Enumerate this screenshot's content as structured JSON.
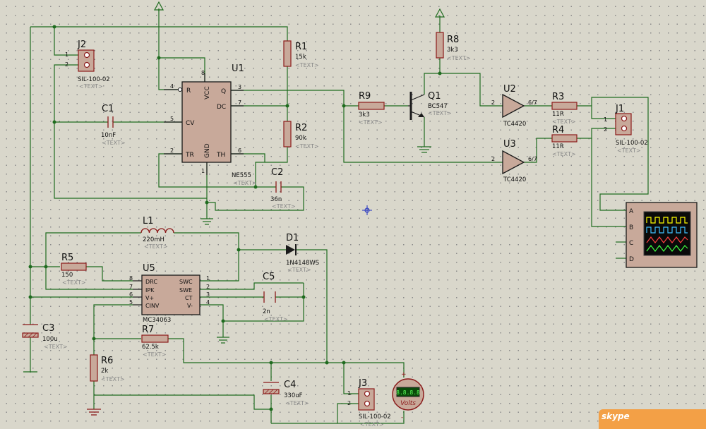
{
  "components": {
    "J2": {
      "ref": "J2",
      "value": "SIL-100-02",
      "text": "<TEXT>",
      "pins": [
        "1",
        "2"
      ]
    },
    "J1": {
      "ref": "J1",
      "value": "SIL-100-02",
      "text": "<TEXT>",
      "pins": [
        "1",
        "2"
      ]
    },
    "J3": {
      "ref": "J3",
      "value": "SIL-100-02",
      "text": "<TEXT>",
      "pins": [
        "1",
        "2"
      ]
    },
    "R1": {
      "ref": "R1",
      "value": "15k",
      "text": "<TEXT>"
    },
    "R2": {
      "ref": "R2",
      "value": "90k",
      "text": "<TEXT>"
    },
    "R3": {
      "ref": "R3",
      "value": "11R",
      "text": "<TEXT>"
    },
    "R4": {
      "ref": "R4",
      "value": "11R",
      "text": "<TEXT>"
    },
    "R5": {
      "ref": "R5",
      "value": "150",
      "text": "<TEXT>"
    },
    "R6": {
      "ref": "R6",
      "value": "2k",
      "text": "<TEXT>"
    },
    "R7": {
      "ref": "R7",
      "value": "62.5k",
      "text": "<TEXT>"
    },
    "R8": {
      "ref": "R8",
      "value": "3k3",
      "text": "<TEXT>"
    },
    "R9": {
      "ref": "R9",
      "value": "3k3",
      "text": "<TEXT>"
    },
    "C1": {
      "ref": "C1",
      "value": "10nF",
      "text": "<TEXT>"
    },
    "C2": {
      "ref": "C2",
      "value": "36n",
      "text": "<TEXT>"
    },
    "C3": {
      "ref": "C3",
      "value": "100u",
      "text": "<TEXT>"
    },
    "C4": {
      "ref": "C4",
      "value": "330uF",
      "text": "<TEXT>"
    },
    "C5": {
      "ref": "C5",
      "value": "2n",
      "text": "<TEXT>"
    },
    "L1": {
      "ref": "L1",
      "value": "220mH",
      "text": "<TEXT>"
    },
    "D1": {
      "ref": "D1",
      "value": "1N4148WS",
      "text": "<TEXT>"
    },
    "Q1": {
      "ref": "Q1",
      "value": "BC547",
      "text": "<TEXT>"
    },
    "U1": {
      "ref": "U1",
      "value": "NE555",
      "text": "<TEXT>",
      "pins": {
        "R": "R",
        "VCC": "VCC",
        "Q": "Q",
        "DC": "DC",
        "CV": "CV",
        "TR": "TR",
        "GND": "GND",
        "TH": "TH"
      },
      "pin_numbers": {
        "p4": "4",
        "p8": "8",
        "p3": "3",
        "p7": "7",
        "p5": "5",
        "p2": "2",
        "p1": "1",
        "p6": "6"
      }
    },
    "U2": {
      "ref": "U2",
      "value": "TC4420",
      "in_pin": "2",
      "out_pin": "6/7"
    },
    "U3": {
      "ref": "U3",
      "value": "TC4420",
      "in_pin": "2",
      "out_pin": "6/7"
    },
    "U5": {
      "ref": "U5",
      "value": "MC34063",
      "pins": {
        "DRC": "DRC",
        "IPK": "IPK",
        "VP": "V+",
        "CINV": "CINV",
        "SWC": "SWC",
        "SWE": "SWE",
        "CT": "CT",
        "VM": "V-"
      },
      "pin_numbers": {
        "p8": "8",
        "p7": "7",
        "p6": "6",
        "p5": "5",
        "p1": "1",
        "p2": "2",
        "p3": "3",
        "p4": "4"
      }
    }
  },
  "oscilloscope": {
    "channels": [
      "A",
      "B",
      "C",
      "D"
    ],
    "trace_colors": [
      "#ffff00",
      "#40c0ff",
      "#ff4040",
      "#40ff40"
    ]
  },
  "voltmeter": {
    "label": "Volts",
    "reading": "8.8.8.8",
    "plus": "+",
    "minus": "-"
  },
  "overlay": {
    "brand": "skype"
  },
  "colors": {
    "wire": "#1f6b1f",
    "component": "#8b1a1a",
    "body_fill": "#c8a99a",
    "background": "#d9d7cb"
  }
}
